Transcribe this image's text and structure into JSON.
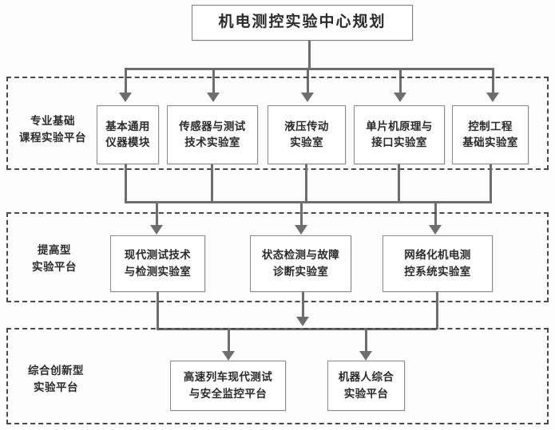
{
  "diagram": {
    "title_box": {
      "label": "机电测控实验中心规划"
    },
    "platforms": [
      {
        "id": "platform-basic",
        "label": "专业基础\n课程实验平台",
        "nodes": [
          {
            "id": "node-basic-instrument-module",
            "label": "基本通用\n仪器模块"
          },
          {
            "id": "node-sensor-testing-lab",
            "label": "传感器与测试\n技术实验室"
          },
          {
            "id": "node-hydraulic-lab",
            "label": "液压传动\n实验室"
          },
          {
            "id": "node-mcu-interface-lab",
            "label": "单片机原理与\n接口实验室"
          },
          {
            "id": "node-control-engineering-lab",
            "label": "控制工程\n基础实验室"
          }
        ]
      },
      {
        "id": "platform-advanced",
        "label": "提高型\n实验平台",
        "nodes": [
          {
            "id": "node-modern-testing-lab",
            "label": "现代测试技术\n与检测实验室"
          },
          {
            "id": "node-condition-fault-lab",
            "label": "状态检测与故障\n诊断实验室"
          },
          {
            "id": "node-networked-control-lab",
            "label": "网络化机电测\n控系统实验室"
          }
        ]
      },
      {
        "id": "platform-innovative",
        "label": "综合创新型\n实验平台",
        "nodes": [
          {
            "id": "node-high-speed-train-platform",
            "label": "高速列车现代测试\n与安全监控平台"
          },
          {
            "id": "node-robot-platform",
            "label": "机器人综合\n实验平台"
          }
        ]
      }
    ],
    "colors": {
      "line": "#6e6e6e",
      "box_border": "#8a8a8a",
      "dashed_border": "#4a4a4a",
      "text": "#2b2b2b",
      "background": "#fdfdfd"
    }
  }
}
